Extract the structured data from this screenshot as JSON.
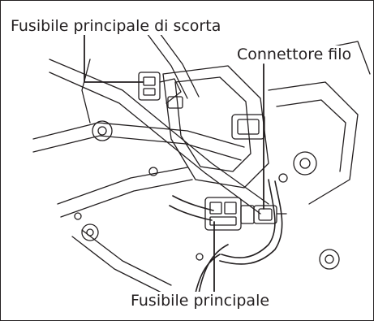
{
  "labels": {
    "spare_fuse": "Fusibile principale di scorta",
    "wire_connector": "Connettore filo",
    "main_fuse": "Fusibile principale"
  }
}
